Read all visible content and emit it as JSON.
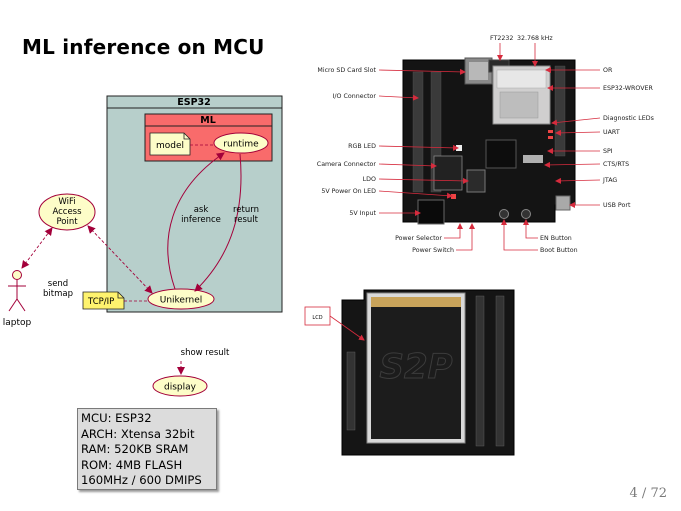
{
  "slide": {
    "title": "ML inference on MCU",
    "page": "4 / 72"
  },
  "diagram": {
    "esp32_label": "ESP32",
    "ml_label": "ML",
    "model_label": "model",
    "runtime_label": "runtime",
    "unikernel_label": "Unikernel",
    "wifi_lines": [
      "WiFi",
      "Access",
      "Point"
    ],
    "laptop_label": "laptop",
    "send_lines": [
      "send",
      "bitmap"
    ],
    "tcpip_label": "TCP/IP",
    "ask_lines": [
      "ask",
      "inference"
    ],
    "return_lines": [
      "return",
      "result"
    ],
    "show_result_label": "show result",
    "display_label": "display",
    "specs": [
      "MCU: ESP32",
      "ARCH: Xtensa 32bit",
      "RAM: 520KB SRAM",
      "ROM: 4MB FLASH",
      "160MHz / 600 DMIPS"
    ]
  },
  "board": {
    "top_labels": [
      "FT2232",
      "32.768 kHz"
    ],
    "left_labels": [
      "Micro SD Card Slot",
      "I/O Connector",
      "RGB LED",
      "Camera Connector",
      "LDO",
      "5V Power On LED",
      "5V Input"
    ],
    "right_labels": [
      "OR",
      "ESP32-WROVER",
      "Diagnostic LEDs",
      "UART",
      "SPI",
      "CTS/RTS",
      "JTAG",
      "USB Port"
    ],
    "bottom_labels": [
      "Power Selector",
      "Power Switch",
      "EN Button",
      "Boot Button"
    ]
  },
  "lcd_board": {
    "label": "LCD"
  },
  "colors": {
    "esp32_fill": "#b7cfcb",
    "ml_fill": "#f96b6b",
    "note_fill": "#fdfdc8",
    "arrow": "#a3003a",
    "annot": "#d62b3d",
    "tcp_fill": "#fef36e"
  }
}
